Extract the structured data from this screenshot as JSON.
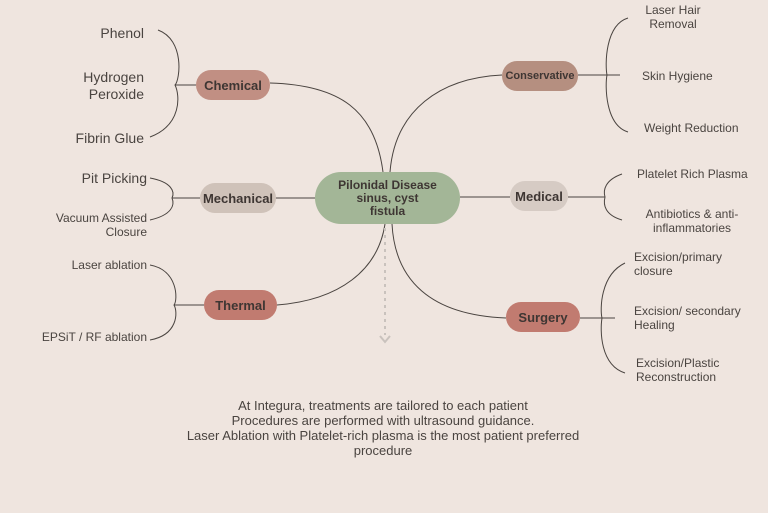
{
  "center": {
    "line1": "Pilonidal Disease",
    "line2": "sinus, cyst",
    "line3": "fistula"
  },
  "chemical": {
    "label": "Chemical",
    "items": [
      "Phenol",
      "Hydrogen",
      "Peroxide",
      "Fibrin Glue"
    ]
  },
  "mechanical": {
    "label": "Mechanical",
    "items": [
      "Pit  Picking",
      "Vacuum  Assisted",
      "Closure"
    ]
  },
  "thermal": {
    "label": "Thermal",
    "items": [
      "Laser ablation",
      "EPSiT / RF ablation"
    ]
  },
  "conservative": {
    "label": "Conservative",
    "items": [
      "Laser Hair",
      "Removal",
      "Skin  Hygiene",
      "Weight Reduction"
    ]
  },
  "medical": {
    "label": "Medical",
    "items": [
      "Platelet  Rich Plasma",
      "Antibiotics  & anti-",
      "inflammatories"
    ]
  },
  "surgery": {
    "label": "Surgery",
    "items": [
      "Excision/primary",
      "closure",
      "Excision/ secondary",
      "Healing",
      "Excision/Plastic",
      "Reconstruction"
    ]
  },
  "footer": [
    "At Integura, treatments are tailored to each patient",
    "Procedures are performed with ultrasound guidance.",
    "Laser Ablation with  Platelet-rich plasma is the most patient preferred",
    "procedure"
  ],
  "colors": {
    "background": "#efe5df",
    "center": "#a3b697",
    "line": "#4a4440",
    "arrow": "#c9c2bd"
  }
}
